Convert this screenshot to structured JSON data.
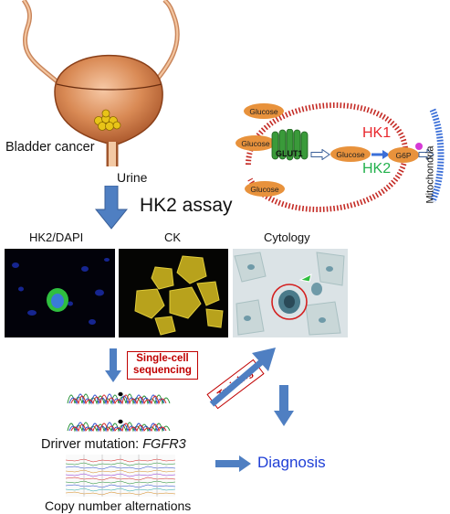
{
  "bladder": {
    "label": "Bladder cancer",
    "urine_label": "Urine"
  },
  "assay": {
    "label": "HK2 assay"
  },
  "pathway": {
    "glucose_outside": [
      "Glucose",
      "Glucose",
      "Glucose"
    ],
    "glut1": "GLUT1",
    "glucose_inside": "Glucose",
    "g6p": "G6P",
    "hk1": "HK1",
    "hk2": "HK2",
    "mitochondria": "Mitochondria",
    "colors": {
      "hk1": "#e8262c",
      "hk2": "#22b14c",
      "glucose": "#e8923c",
      "glut1": "#3a9a3a",
      "membrane": "#c42a24",
      "mito": "#3b6fd8"
    }
  },
  "panels": {
    "hk2_dapi": "HK2/DAPI",
    "ck": "CK",
    "cytology": "Cytology"
  },
  "workflow": {
    "single_cell": "Single-cell sequencing",
    "training": "Training",
    "driver_mutation_prefix": "Drirver mutation: ",
    "driver_mutation_gene": "FGFR3",
    "copy_number": "Copy number alternations",
    "diagnosis": "Diagnosis",
    "colors": {
      "arrow": "#4f7fc2",
      "diagnosis": "#1f3fd6",
      "box": "#c00000"
    }
  }
}
